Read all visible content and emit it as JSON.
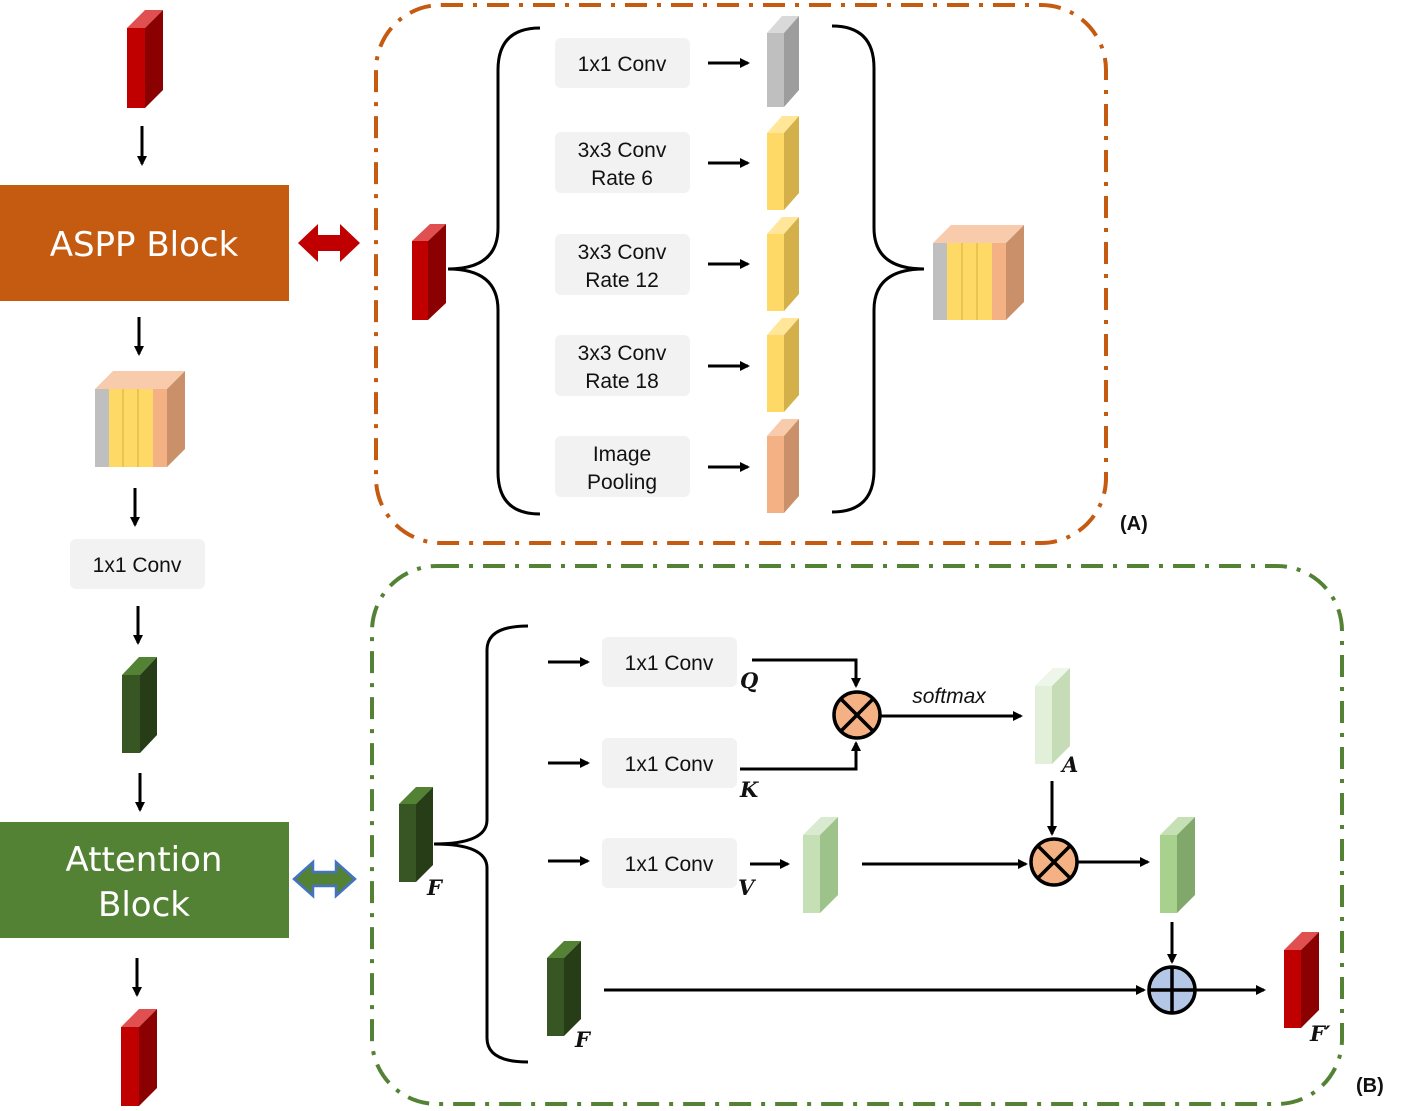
{
  "colors": {
    "aspp_orange": "#c55a11",
    "attention_green": "#548235",
    "feature_red": "#c00000",
    "feature_dark_green": "#375623",
    "feature_gray": "#bfbfbf",
    "feature_yellow": "#ffd966",
    "feature_salmon": "#f4b183",
    "feature_light_green": "#a9d18e",
    "feature_pale_green": "#e2f0d9",
    "conv_box": "#f2f2f2",
    "multiply_fill": "#f4b183",
    "add_fill": "#b4c7e7"
  },
  "main_flow": {
    "aspp_block": "ASPP Block",
    "conv_1x1": "1x1 Conv",
    "attention_block_line1": "Attention",
    "attention_block_line2": "Block"
  },
  "panel_a": {
    "tag": "(A)",
    "branches": [
      {
        "line1": "1x1 Conv",
        "line2": ""
      },
      {
        "line1": "3x3 Conv",
        "line2": "Rate 6"
      },
      {
        "line1": "3x3 Conv",
        "line2": "Rate 12"
      },
      {
        "line1": "3x3 Conv",
        "line2": "Rate 18"
      },
      {
        "line1": "Image",
        "line2": "Pooling"
      }
    ]
  },
  "panel_b": {
    "tag": "(B)",
    "q_conv": "1x1 Conv",
    "k_conv": "1x1 Conv",
    "v_conv": "1x1 Conv",
    "label_q": "Q",
    "label_k": "K",
    "label_v": "V",
    "label_a": "A",
    "label_f_input": "F",
    "label_f_skip": "F",
    "label_f_out": "F′",
    "softmax": "softmax"
  }
}
